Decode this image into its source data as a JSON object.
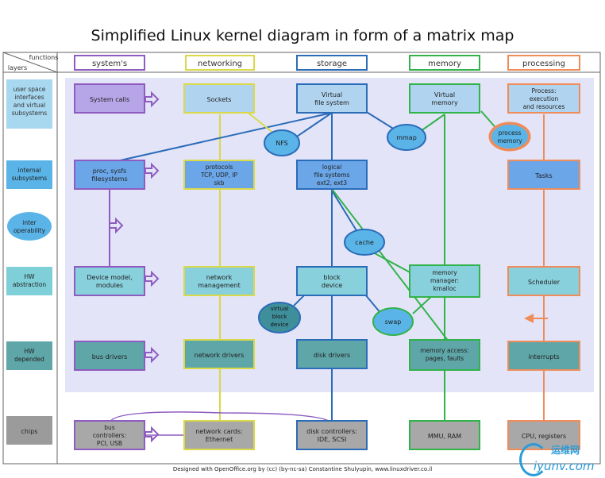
{
  "title": "Simplified Linux kernel diagram in form of a matrix map",
  "corner": {
    "functions": "functions",
    "layers": "layers"
  },
  "columns": [
    {
      "key": "systems",
      "label": "system's",
      "color": "#8e5cc0"
    },
    {
      "key": "networking",
      "label": "networking",
      "color": "#d9d94a"
    },
    {
      "key": "storage",
      "label": "storage",
      "color": "#2b6cb8"
    },
    {
      "key": "memory",
      "label": "memory",
      "color": "#32b34a"
    },
    {
      "key": "processing",
      "label": "processing",
      "color": "#ef8c5a"
    }
  ],
  "rows": [
    {
      "key": "user",
      "label": "user space interfaces and virtual subsystems"
    },
    {
      "key": "internal",
      "label": "internal subsystems"
    },
    {
      "key": "interop",
      "label": "inter operability"
    },
    {
      "key": "hwabs",
      "label": "HW abstraction"
    },
    {
      "key": "hwdep",
      "label": "HW depended"
    },
    {
      "key": "chips",
      "label": "chips"
    }
  ],
  "cells": {
    "user": [
      "System calls",
      "Sockets",
      "Virtual file system",
      "Virtual memory",
      "Process: execution and resources"
    ],
    "internal": [
      "proc, sysfs filesystems",
      "protocols TCP, UDP, IP skb",
      "logical file systems ext2, ext3",
      "",
      "Tasks"
    ],
    "hwabs": [
      "Device model, modules",
      "network management",
      "block device",
      "memory manager: kmalloc",
      "Scheduler"
    ],
    "hwdep": [
      "bus drivers",
      "network drivers",
      "disk drivers",
      "memory access: pages, faults",
      "interrupts"
    ],
    "chips": [
      "bus controllers: PCI, USB",
      "network cards: Ethernet",
      "disk controllers: IDE, SCSI",
      "MMU, RAM",
      "CPU, registers"
    ]
  },
  "ellipses": {
    "nfs": "NFS",
    "mmap": "mmap",
    "process_memory": "process memory",
    "cache": "cache",
    "virtual_block": "virtual block device",
    "swap": "swap"
  },
  "footer": "Designed with OpenOffice.org by (cc) (by-nc-sa) Constantine Shulyupin, www.linuxdriver.co.il",
  "watermark": {
    "text": "运维网",
    "url": "iyunv.com"
  }
}
